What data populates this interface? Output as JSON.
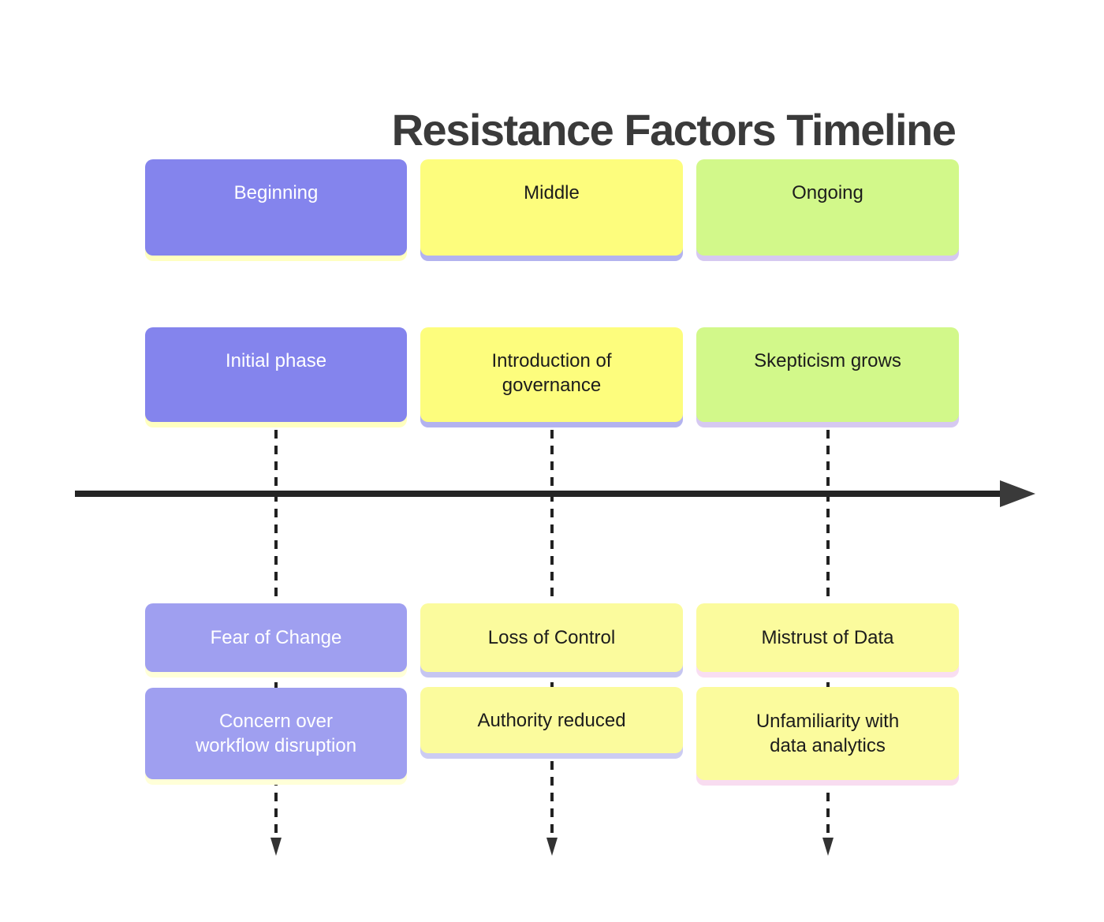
{
  "title": "Resistance Factors Timeline",
  "timeline": {
    "axis_color": "#242424",
    "axis_arrowhead_color": "#3a3a3a",
    "connector_color": "#222222"
  },
  "boxes": {
    "phase": [
      {
        "label": "Beginning",
        "bg": "#8484ed",
        "shadow": "#ffffc0",
        "text_color": "#ffffff"
      },
      {
        "label": "Middle",
        "bg": "#fdfd7d",
        "shadow": "#b3b3ef",
        "text_color": "#1c1c1c"
      },
      {
        "label": "Ongoing",
        "bg": "#d2f88a",
        "shadow": "#d6c9f1",
        "text_color": "#1c1c1c"
      }
    ],
    "event": [
      {
        "label": "Initial phase",
        "bg": "#8484ed",
        "shadow": "#ffffc0",
        "text_color": "#ffffff"
      },
      {
        "label": "Introduction of\ngovernance",
        "bg": "#fdfd7d",
        "shadow": "#b3b3ef",
        "text_color": "#1c1c1c"
      },
      {
        "label": "Skepticism grows",
        "bg": "#d2f88a",
        "shadow": "#d6c9f1",
        "text_color": "#1c1c1c"
      }
    ],
    "factor_primary": [
      {
        "label": "Fear of Change",
        "bg": "#9f9ff0",
        "shadow": "#ffffd8",
        "text_color": "#ffffff"
      },
      {
        "label": "Loss of Control",
        "bg": "#fbfb9d",
        "shadow": "#c6c6f1",
        "text_color": "#1c1c1c"
      },
      {
        "label": "Mistrust of Data",
        "bg": "#fbfb9d",
        "shadow": "#f9def2",
        "text_color": "#1c1c1c"
      }
    ],
    "factor_secondary": [
      {
        "label": "Concern over\nworkflow disruption",
        "bg": "#9f9ff0",
        "shadow": "#ffffd8",
        "text_color": "#ffffff"
      },
      {
        "label": "Authority reduced",
        "bg": "#fbfb9d",
        "shadow": "#ccccf2",
        "text_color": "#1c1c1c"
      },
      {
        "label": "Unfamiliarity with\ndata analytics",
        "bg": "#fbfb9d",
        "shadow": "#f8dcf0",
        "text_color": "#1c1c1c"
      }
    ]
  }
}
